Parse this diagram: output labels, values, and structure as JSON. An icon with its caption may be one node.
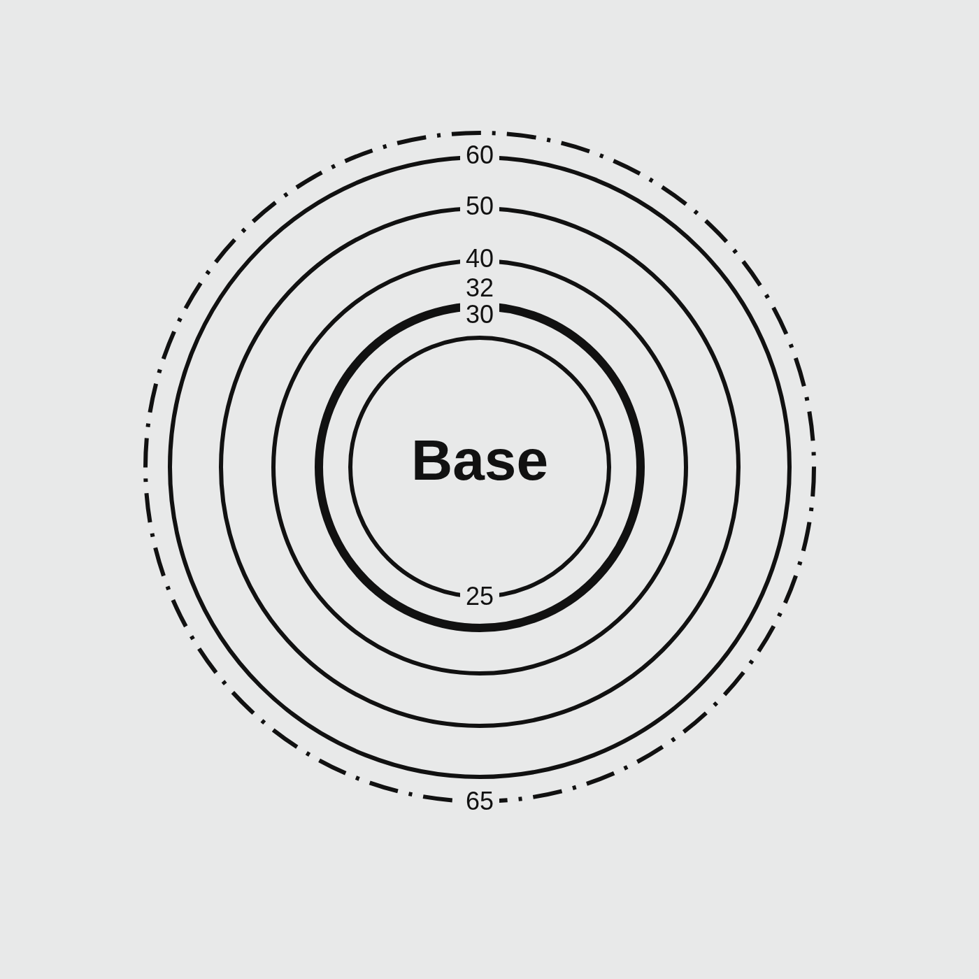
{
  "diagram": {
    "nodes": [
      {
        "text": [
          "65"
        ]
      },
      {
        "text": [
          "60"
        ],
        "in": 0
      },
      {
        "text": [
          "50"
        ],
        "in": 1
      },
      {
        "text": [
          "40"
        ],
        "in": 2
      },
      {
        "text": [
          "32",
          "30"
        ],
        "in": 3
      },
      {
        "text": [
          "Base",
          "25"
        ],
        "in": 4
      }
    ]
  }
}
